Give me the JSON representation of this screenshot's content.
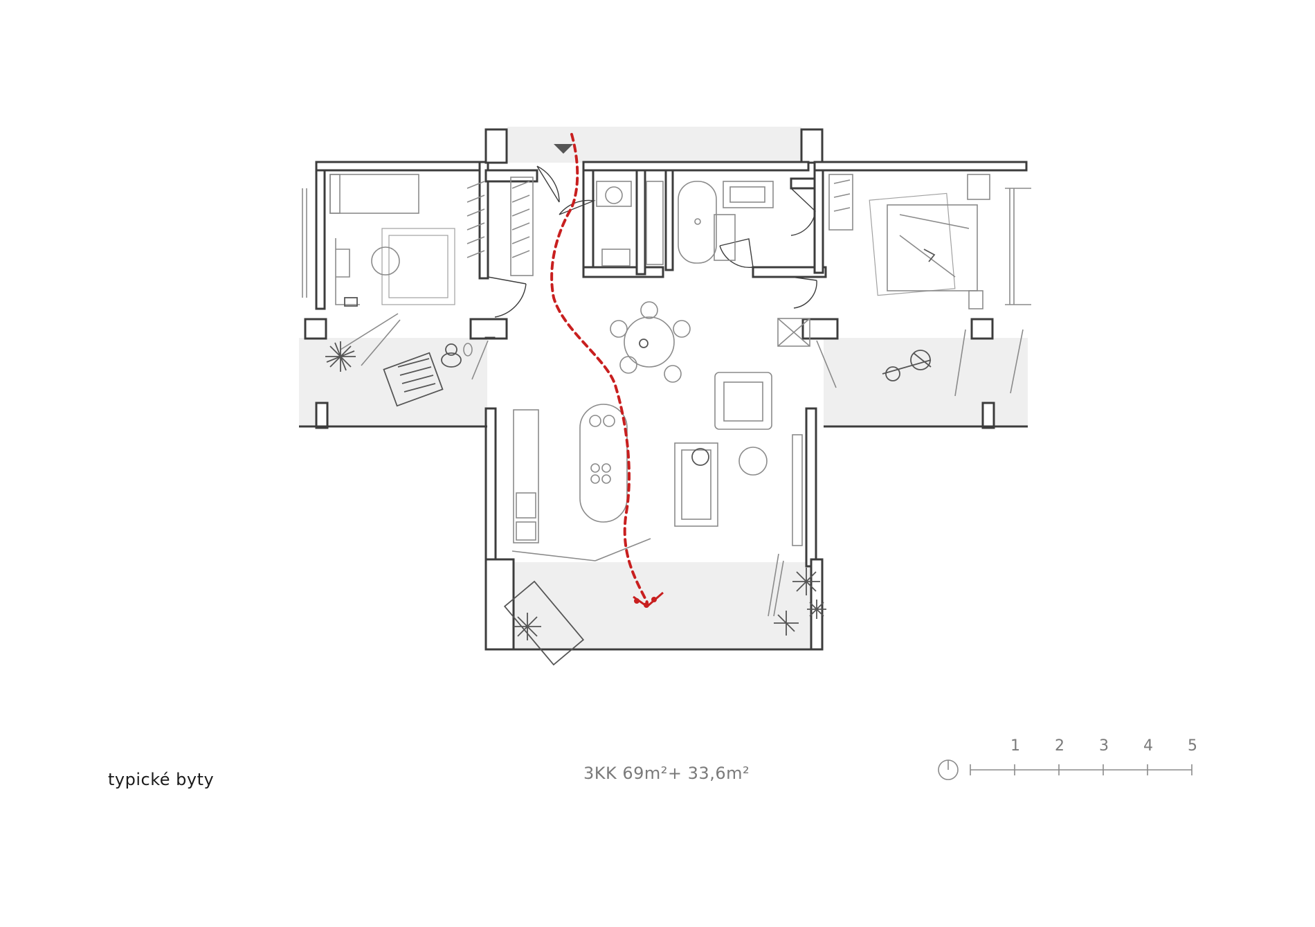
{
  "caption": {
    "left": "typické byty",
    "area": "3KK 69m²+ 33,6m²"
  },
  "scale_bar": {
    "labels": [
      "1",
      "2",
      "3",
      "4",
      "5"
    ]
  },
  "colors": {
    "wall": "#3c3c3c",
    "furniture": "#8a8a8a",
    "terrace": "#efefef",
    "path": "#c81f1f"
  },
  "icons": [
    "north-arrow-icon",
    "entrance-arrow-icon",
    "plant-icon",
    "person-icon"
  ]
}
